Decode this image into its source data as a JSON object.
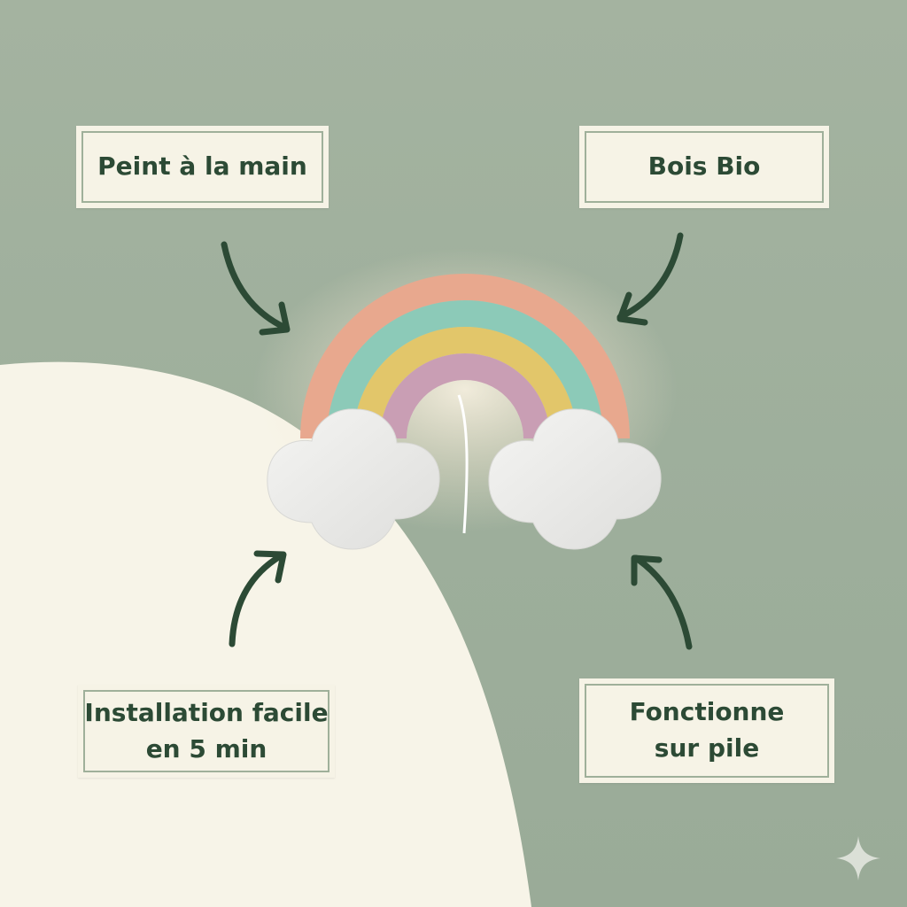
{
  "labels": {
    "hand_painted": "Peint à la main",
    "organic_wood": "Bois Bio",
    "installation_line1": "Installation facile",
    "installation_line2": "en 5 min",
    "battery_line1": "Fonctionne",
    "battery_line2": "sur pile"
  },
  "colors": {
    "background": "#a0b09c",
    "cream": "#f6f3e6",
    "text": "#2c4a35",
    "arrow": "#2c4a35",
    "rainbow_outer": "#e8a88e",
    "rainbow_second": "#8ccab8",
    "rainbow_third": "#e2c66a",
    "rainbow_inner": "#c99eb4",
    "cloud": "#eeeeec"
  },
  "icons": {
    "arrows": "curved-arrow-icon",
    "sparkle": "sparkle-icon"
  }
}
